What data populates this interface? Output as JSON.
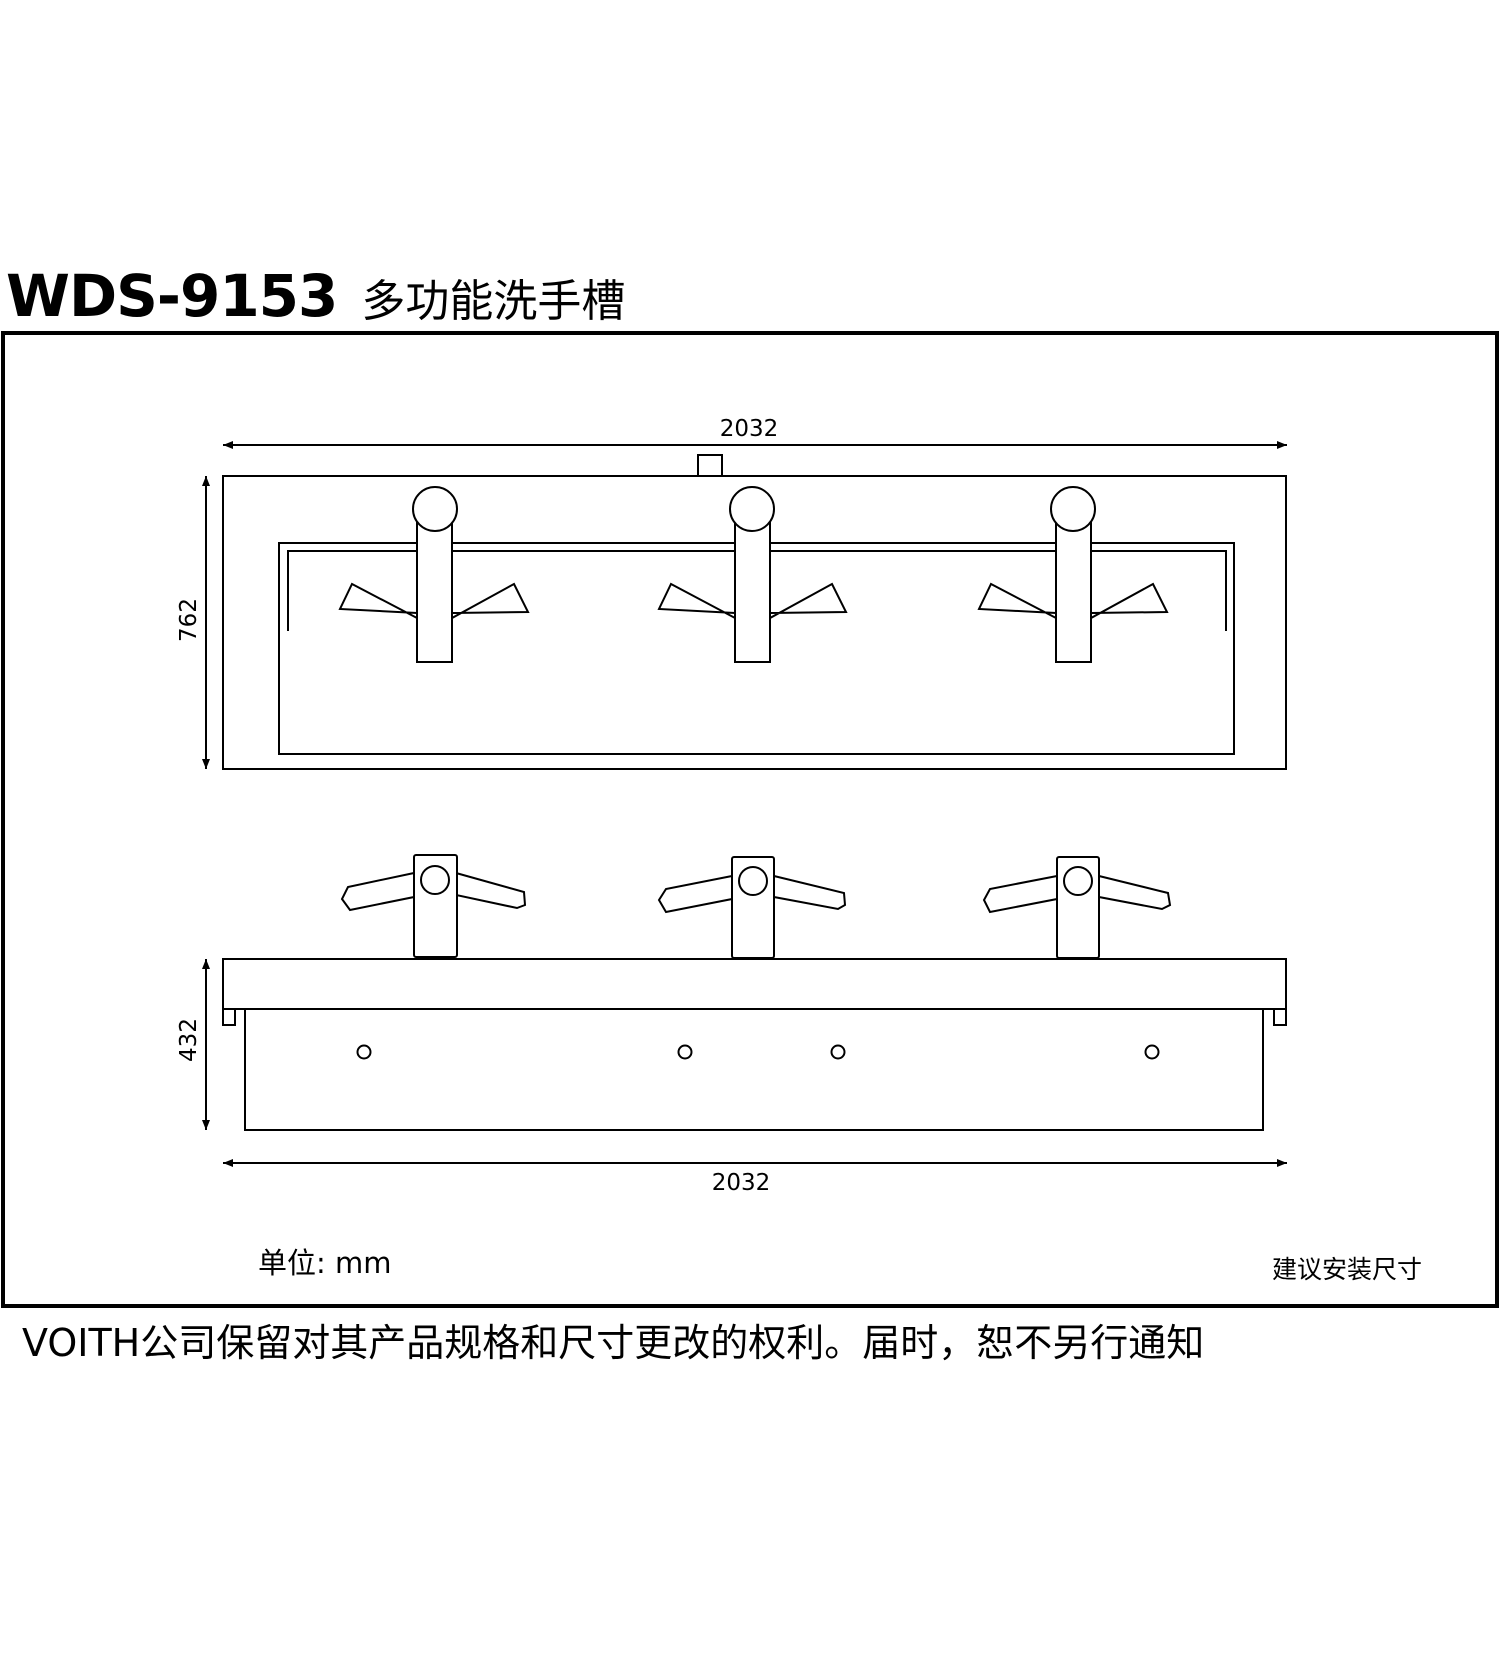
{
  "header": {
    "model": "WDS-9153",
    "product_name": "多功能洗手槽"
  },
  "dimensions": {
    "top_view_width": "2032",
    "top_view_depth": "762",
    "front_view_height": "432",
    "front_view_width": "2032"
  },
  "footer": {
    "unit": "单位: mm",
    "install_note": "建议安装尺寸",
    "disclaimer": "VOITH公司保留对其产品规格和尺寸更改的权利。届时，恕不另行通知"
  }
}
